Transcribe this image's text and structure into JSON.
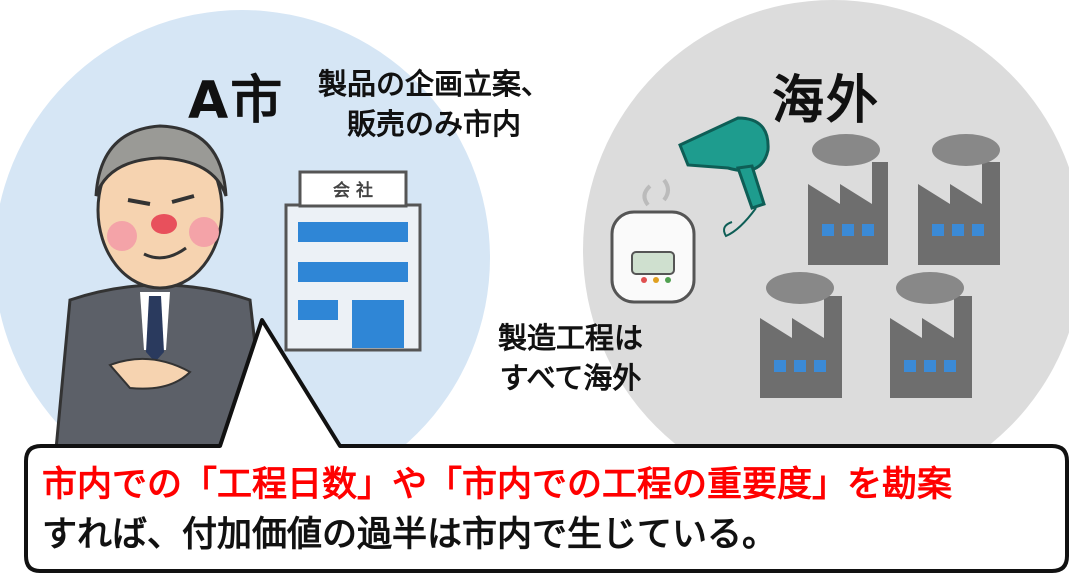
{
  "city": {
    "title": "A市",
    "note_line1": "製品の企画立案、",
    "note_line2": "販売のみ市内",
    "building_sign": "会 社"
  },
  "overseas": {
    "title": "海外",
    "note_line1": "製造工程は",
    "note_line2": "すべて海外"
  },
  "callout": {
    "line1": "市内での「工程日数」や「市内での工程の重要度」を勘案",
    "line2": "すれば、付加価値の過半は市内で生じている。"
  },
  "colors": {
    "city_circle": "#d6e6f5",
    "overseas_circle": "#dcdcdc",
    "emphasis_text": "#ff0000",
    "factory": "#6e6e6e",
    "window": "#2f86d6",
    "dryer": "#1e9c8e"
  }
}
